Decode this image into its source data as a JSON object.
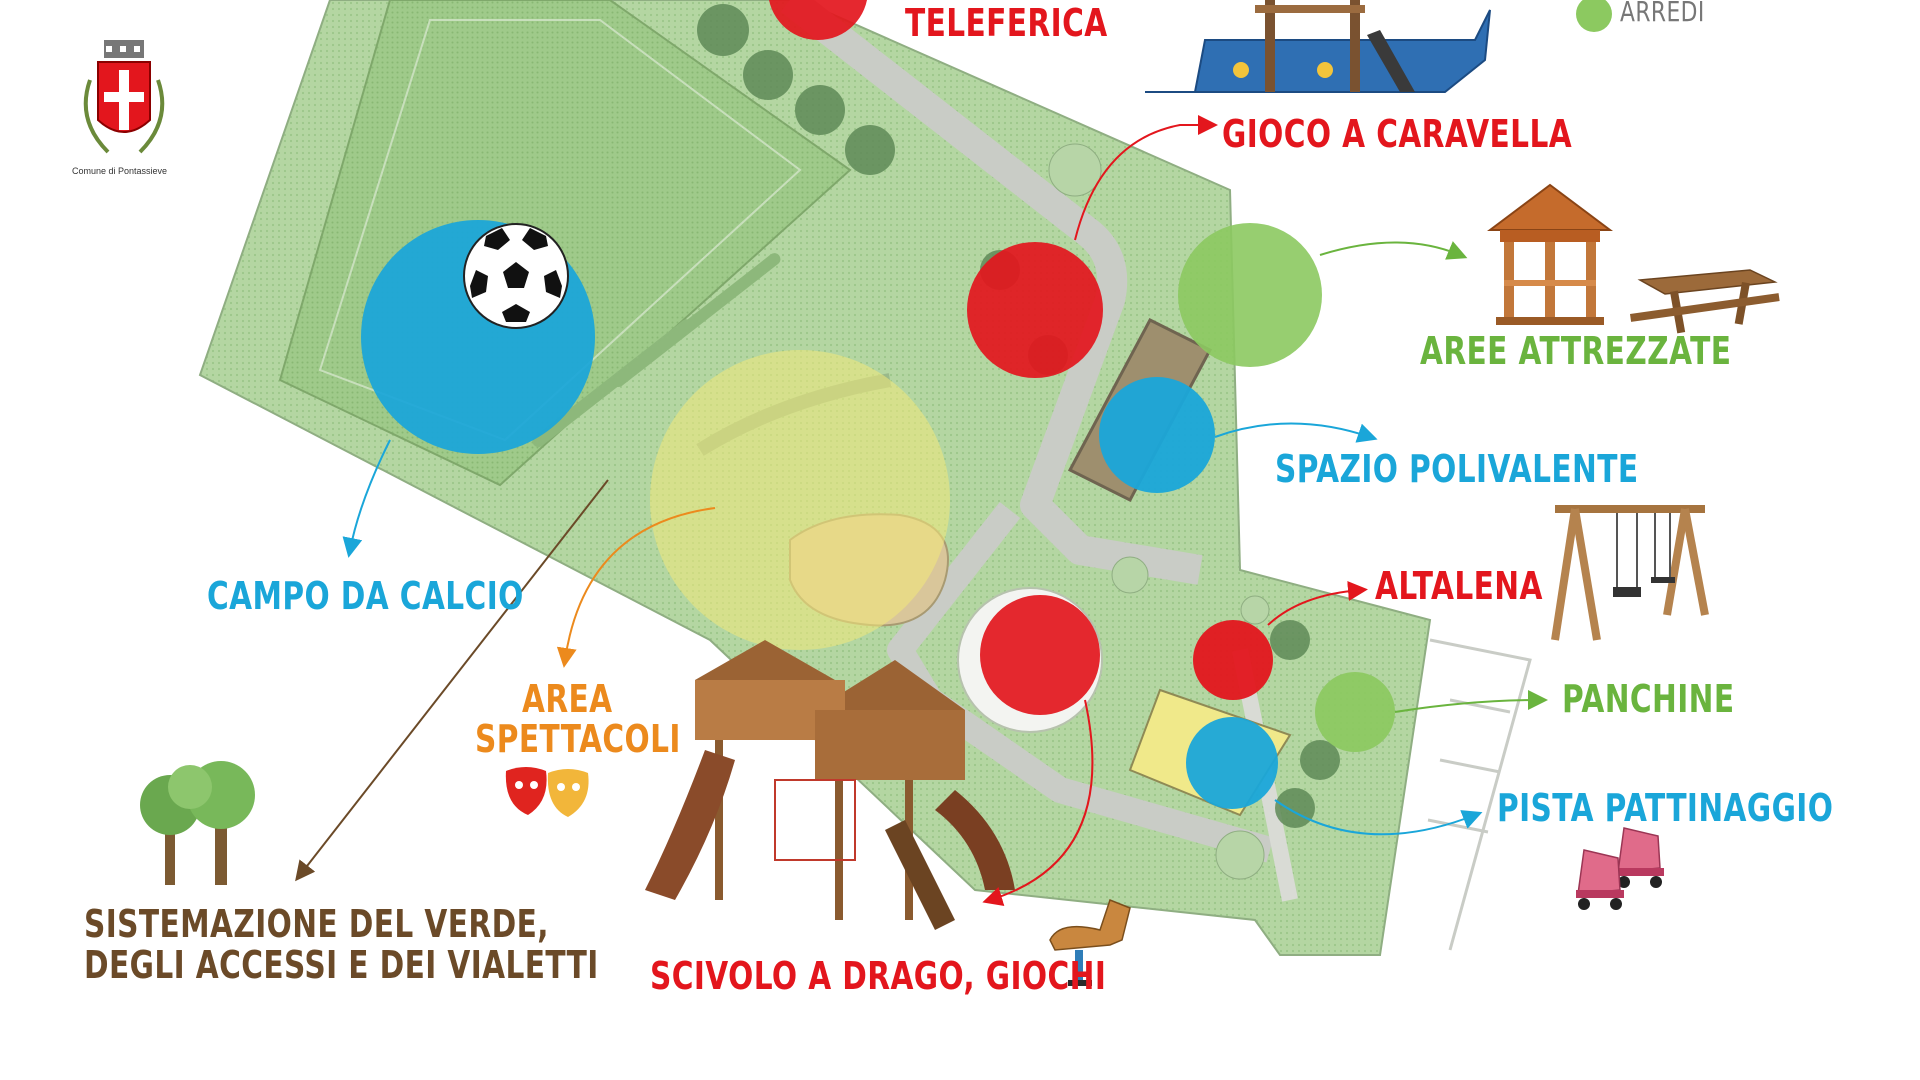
{
  "emblem": {
    "caption": "Comune di Pontassieve"
  },
  "legend": {
    "label": "ARREDI",
    "color": "#8cc960"
  },
  "labels": {
    "teleferica": "TELEFERICA",
    "gioco_caravella": "GIOCO A CARAVELLA",
    "aree_attrezzate": "AREE ATTREZZATE",
    "spazio_polivalente": "SPAZIO POLIVALENTE",
    "altalena": "ALTALENA",
    "panchine": "PANCHINE",
    "pista_pattinaggio": "PISTA PATTINAGGIO",
    "campo_calcio": "CAMPO DA CALCIO",
    "area_spettacoli_1": "AREA",
    "area_spettacoli_2": "SPETTACOLI",
    "scivolo_drago": "SCIVOLO A DRAGO, GIOCHI",
    "verde_1": "SISTEMAZIONE DEL VERDE,",
    "verde_2": "DEGLI ACCESSI E DEI VIALETTI"
  },
  "colors": {
    "red": "#e3161d",
    "green": "#6ab43e",
    "blue": "#1aa6d9",
    "orange": "#ec8a1d",
    "brown": "#6b4a28",
    "yellow": "#f2ea7a",
    "park_green": "#a9cf95",
    "path_grey": "#c9ccc6"
  },
  "icons": [
    "football-icon",
    "caravel-playset-icon",
    "gazebo-icon",
    "picnic-table-icon",
    "swing-icon",
    "roller-skates-icon",
    "theater-masks-icon",
    "trees-icon",
    "dragon-slide-playset-icon",
    "spring-horse-icon",
    "coat-of-arms-icon"
  ]
}
